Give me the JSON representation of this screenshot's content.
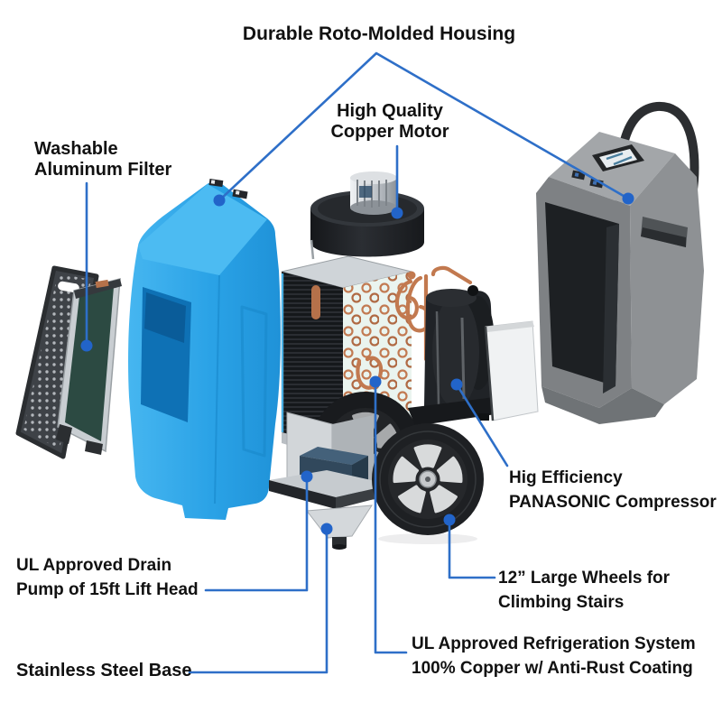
{
  "colors": {
    "background": "#ffffff",
    "label_text": "#111111",
    "leader_line": "#2e6fc8",
    "leader_dot": "#2264c9",
    "front_housing": "#2aa7e8",
    "rear_housing": "#8e9194",
    "copper": "#c2794f",
    "part_black": "#202226",
    "metal": "#cdd2d6"
  },
  "callouts": {
    "roto_molded_housing": {
      "text": "Durable Roto-Molded Housing"
    },
    "copper_motor": {
      "line1": "High Quality",
      "line2": "Copper Motor"
    },
    "aluminum_filter": {
      "line1": "Washable",
      "line2": "Aluminum Filter"
    },
    "compressor": {
      "line1": "Hig Efficiency",
      "line2": "PANASONIC Compressor"
    },
    "wheels": {
      "line1": "12” Large Wheels for",
      "line2": "Climbing Stairs"
    },
    "drain_pump": {
      "line1": "UL Approved Drain",
      "line2": "Pump of 15ft Lift Head"
    },
    "stainless_base": {
      "text": "Stainless Steel Base"
    },
    "refrigeration": {
      "line1": "UL Approved Refrigeration System",
      "line2": "100% Copper w/ Anti-Rust Coating"
    }
  }
}
